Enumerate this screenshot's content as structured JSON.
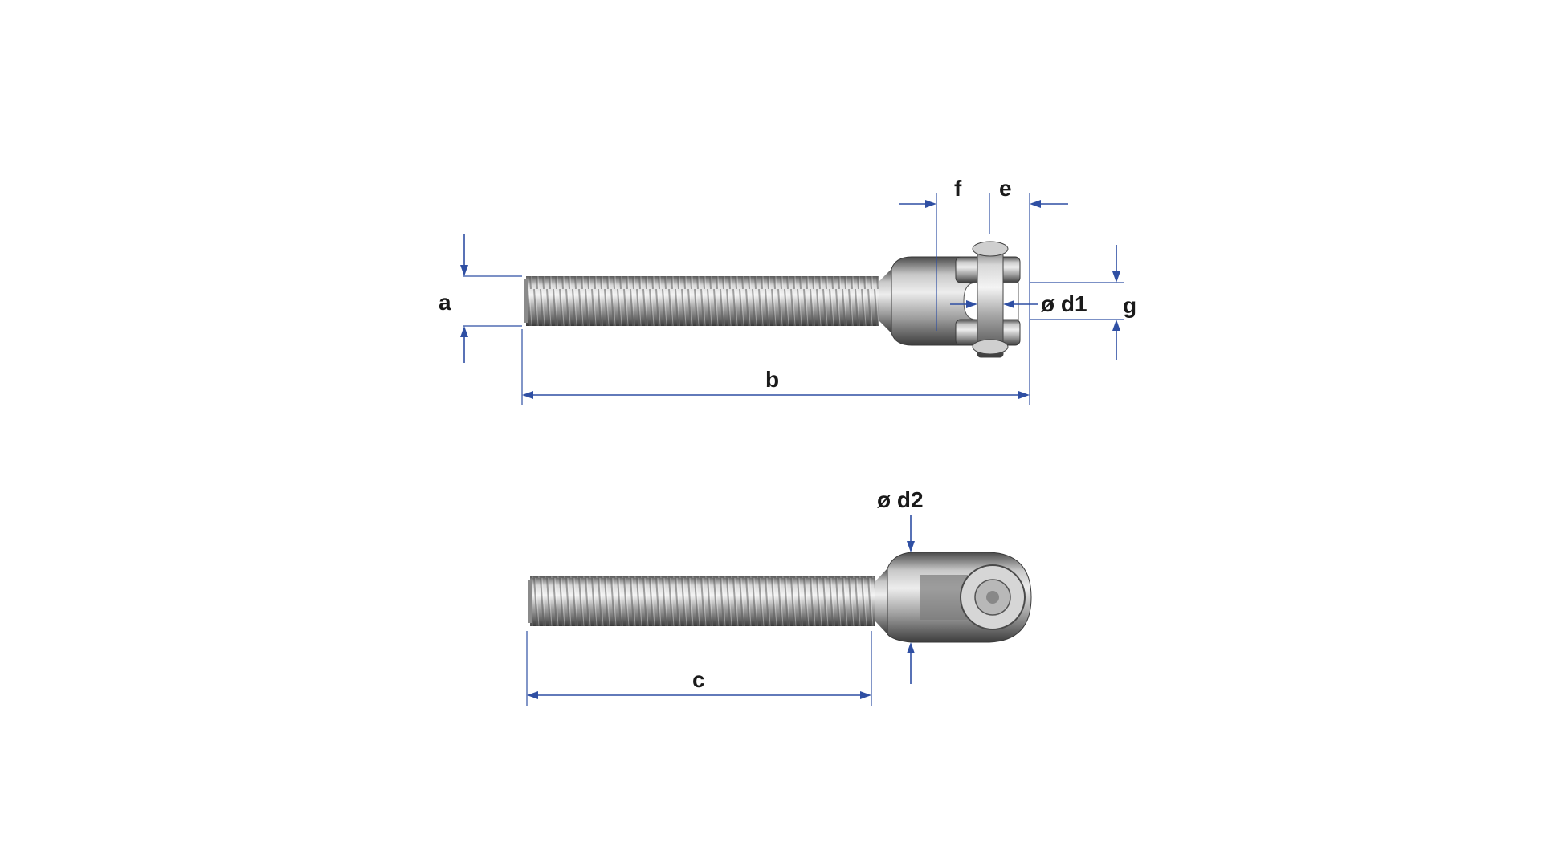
{
  "labels": {
    "a": "a",
    "b": "b",
    "c": "c",
    "e": "e",
    "f": "f",
    "g": "g",
    "d1": "ø d1",
    "d2": "ø d2"
  },
  "colors": {
    "dimension_line": "#2f4fa3",
    "label_text": "#1a1a1a",
    "steel_light": "#e8e8e8",
    "steel_mid": "#9a9a9a",
    "steel_dark": "#4a4a4a"
  }
}
